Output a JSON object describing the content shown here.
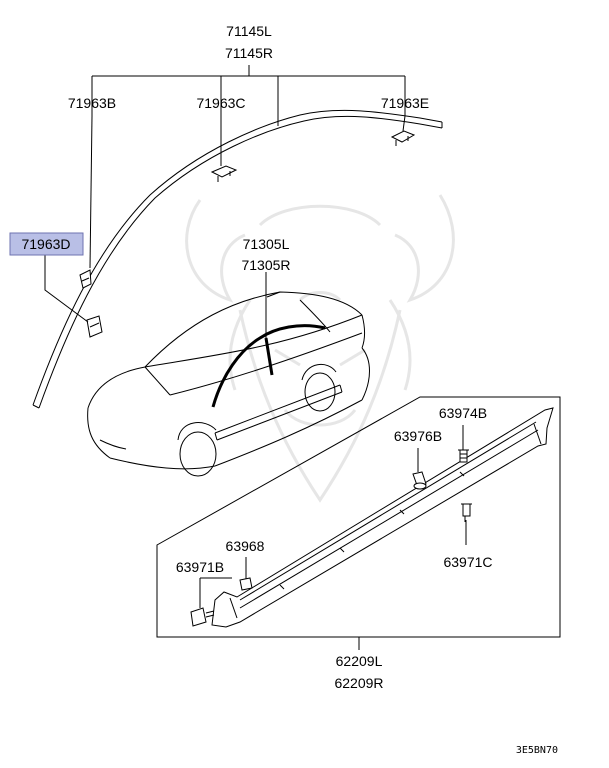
{
  "labels": {
    "p71145L": "71145L",
    "p71145R": "71145R",
    "p71963B": "71963B",
    "p71963C": "71963C",
    "p71963E": "71963E",
    "p71963D": "71963D",
    "p71305L": "71305L",
    "p71305R": "71305R",
    "p63974B": "63974B",
    "p63976B": "63976B",
    "p63968": "63968",
    "p63971B": "63971B",
    "p63971C": "63971C",
    "p62209L": "62209L",
    "p62209R": "62209R"
  },
  "diagram_code": "3E5BN70",
  "highlight": {
    "part": "71963D",
    "color": "#b9bfe6"
  }
}
